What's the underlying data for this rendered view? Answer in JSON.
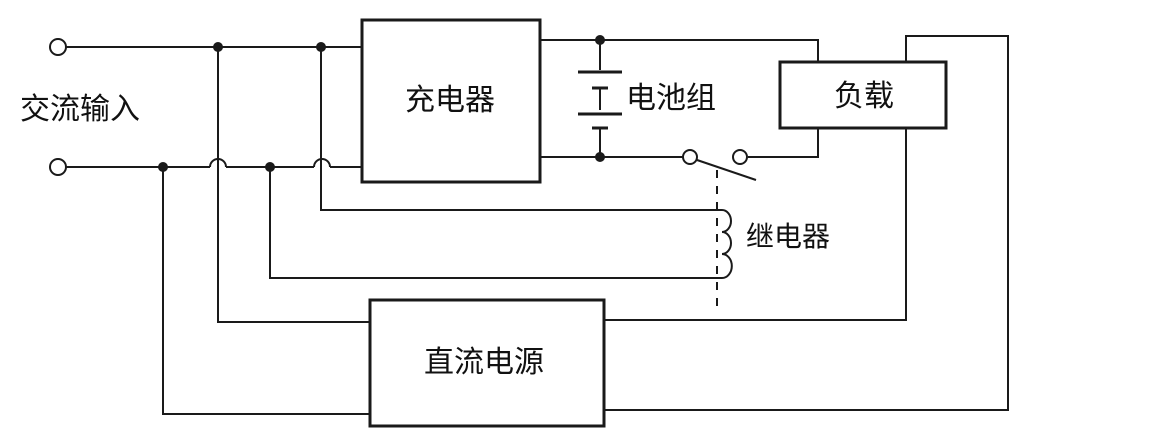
{
  "labels": {
    "ac_input": "交流输入",
    "charger": "充电器",
    "battery": "电池组",
    "load": "负载",
    "relay": "继电器",
    "dc_supply": "直流电源"
  },
  "colors": {
    "ink": "#1a1a1a",
    "background": "#ffffff"
  }
}
